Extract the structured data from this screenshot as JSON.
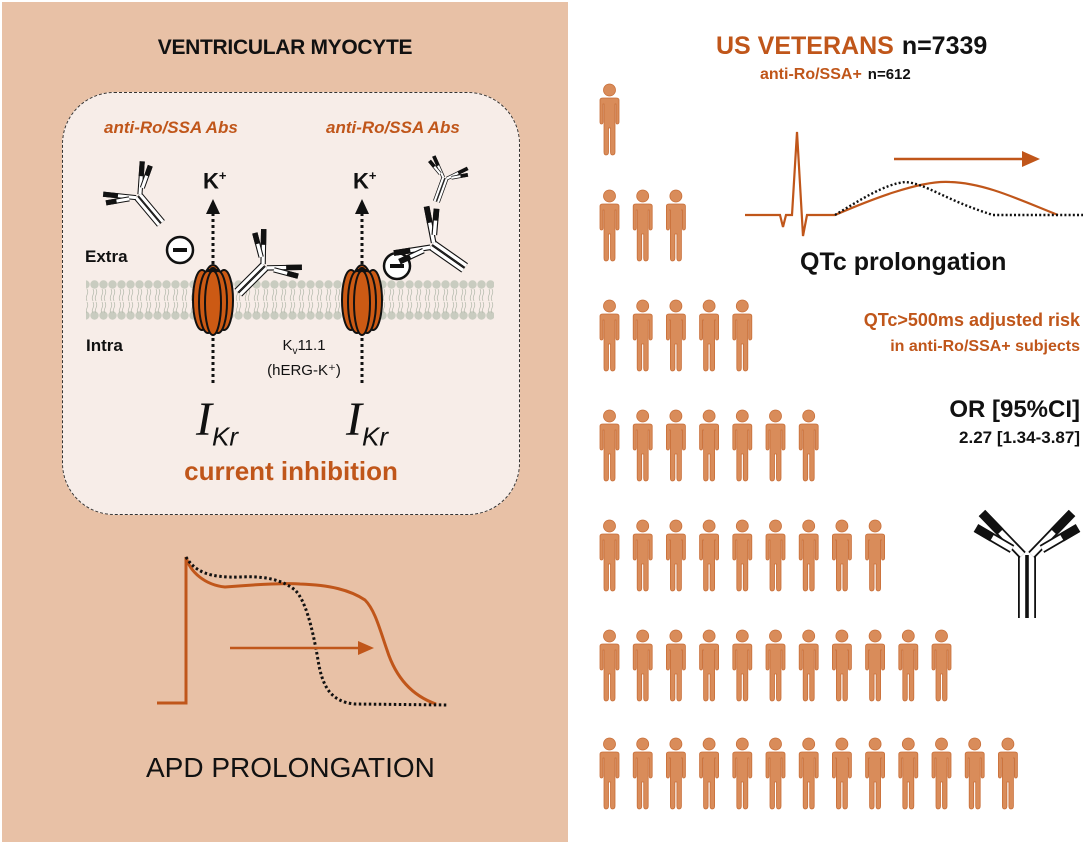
{
  "left_panel": {
    "title": "VENTRICULAR MYOCYTE",
    "antibody_label_left": "anti-Ro/SSA Abs",
    "antibody_label_right": "anti-Ro/SSA Abs",
    "ion_left": "K",
    "ion_right": "K",
    "ion_charge": "+",
    "extracellular_label": "Extra",
    "intracellular_label": "Intra",
    "channel_name_main": "K",
    "channel_name_sub": "v",
    "channel_name_suffix": "11.1",
    "channel_alias": "(hERG-K⁺)",
    "current_symbol": "I",
    "current_subscript": "Kr",
    "inhibition_label": "current inhibition",
    "apd_label": "APD PROLONGATION",
    "inhibit_symbol": "−"
  },
  "right_panel": {
    "cohort_label": "US VETERANS",
    "cohort_n": "n=7339",
    "subgroup_label": "anti-Ro/SSA+",
    "subgroup_n": "n=612",
    "ecg_label": "QTc prolongation",
    "risk_line1": "QTc>500ms adjusted risk",
    "risk_line2": "in anti-Ro/SSA+ subjects",
    "or_label": "OR [95%CI]",
    "or_value": "2.27 [1.34-3.87]",
    "pictogram_rows": [
      1,
      3,
      5,
      7,
      9,
      11,
      13
    ]
  },
  "colors": {
    "accent": "#C0561A",
    "person": "#D98C5A",
    "panel_bg": "#E8C1A6",
    "cell_bg": "#F7EDE8",
    "channel": "#CC5A14"
  }
}
